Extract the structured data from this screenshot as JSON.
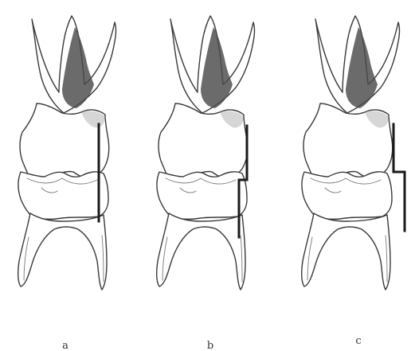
{
  "figure": {
    "panels": [
      {
        "label": "a",
        "contact": "straight"
      },
      {
        "label": "b",
        "contact": "step-left"
      },
      {
        "label": "c",
        "contact": "step-right"
      }
    ]
  }
}
